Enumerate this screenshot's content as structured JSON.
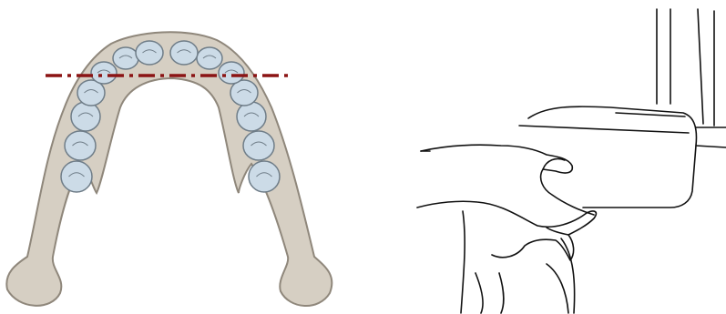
{
  "figure": {
    "left_panel": {
      "subject": "mandible-occlusal-view",
      "teeth_per_side": 7,
      "colors": {
        "bone_fill": "#d6cfc3",
        "bone_stroke": "#8f877b",
        "tooth_fill": "#ccdbe7",
        "tooth_stroke": "#6f7d88",
        "reference_line": "#8b1414"
      },
      "reference_line_style": "dash-dot"
    },
    "right_panel": {
      "subject": "hands-positioning-device",
      "style": "line-art",
      "colors": {
        "stroke": "#111111",
        "fill": "#ffffff"
      }
    }
  }
}
